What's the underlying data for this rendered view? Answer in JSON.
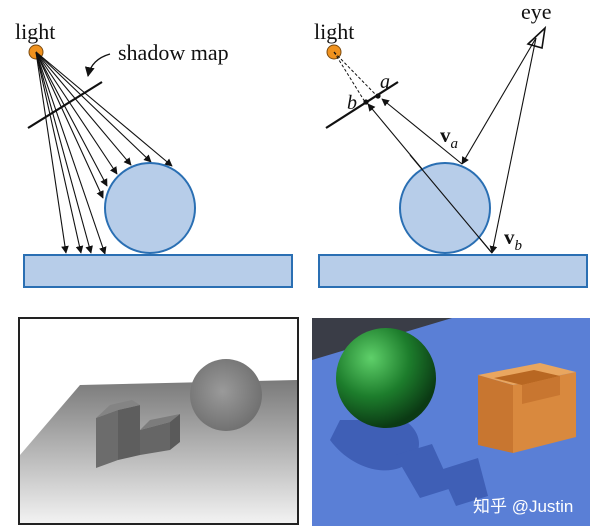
{
  "diagrams": {
    "left": {
      "light_label": "light",
      "shadow_map_label": "shadow map"
    },
    "right": {
      "light_label": "light",
      "eye_label": "eye",
      "point_a": "a",
      "point_b": "b",
      "v_a_bold": "v",
      "v_a_sub": "a",
      "v_b_bold": "v",
      "v_b_sub": "b"
    }
  },
  "renders": {
    "watermark": "知乎 @Justin"
  },
  "colors": {
    "light_source": "#f0921e",
    "sphere_fill": "#b7cde9",
    "sphere_stroke": "#2a6fb3",
    "floor_fill": "#b7cde9",
    "floor_stroke": "#2a6fb3",
    "render_floor": "#5a7fd6",
    "render_sphere": "#1f7a2e",
    "render_box": "#d9893e"
  }
}
